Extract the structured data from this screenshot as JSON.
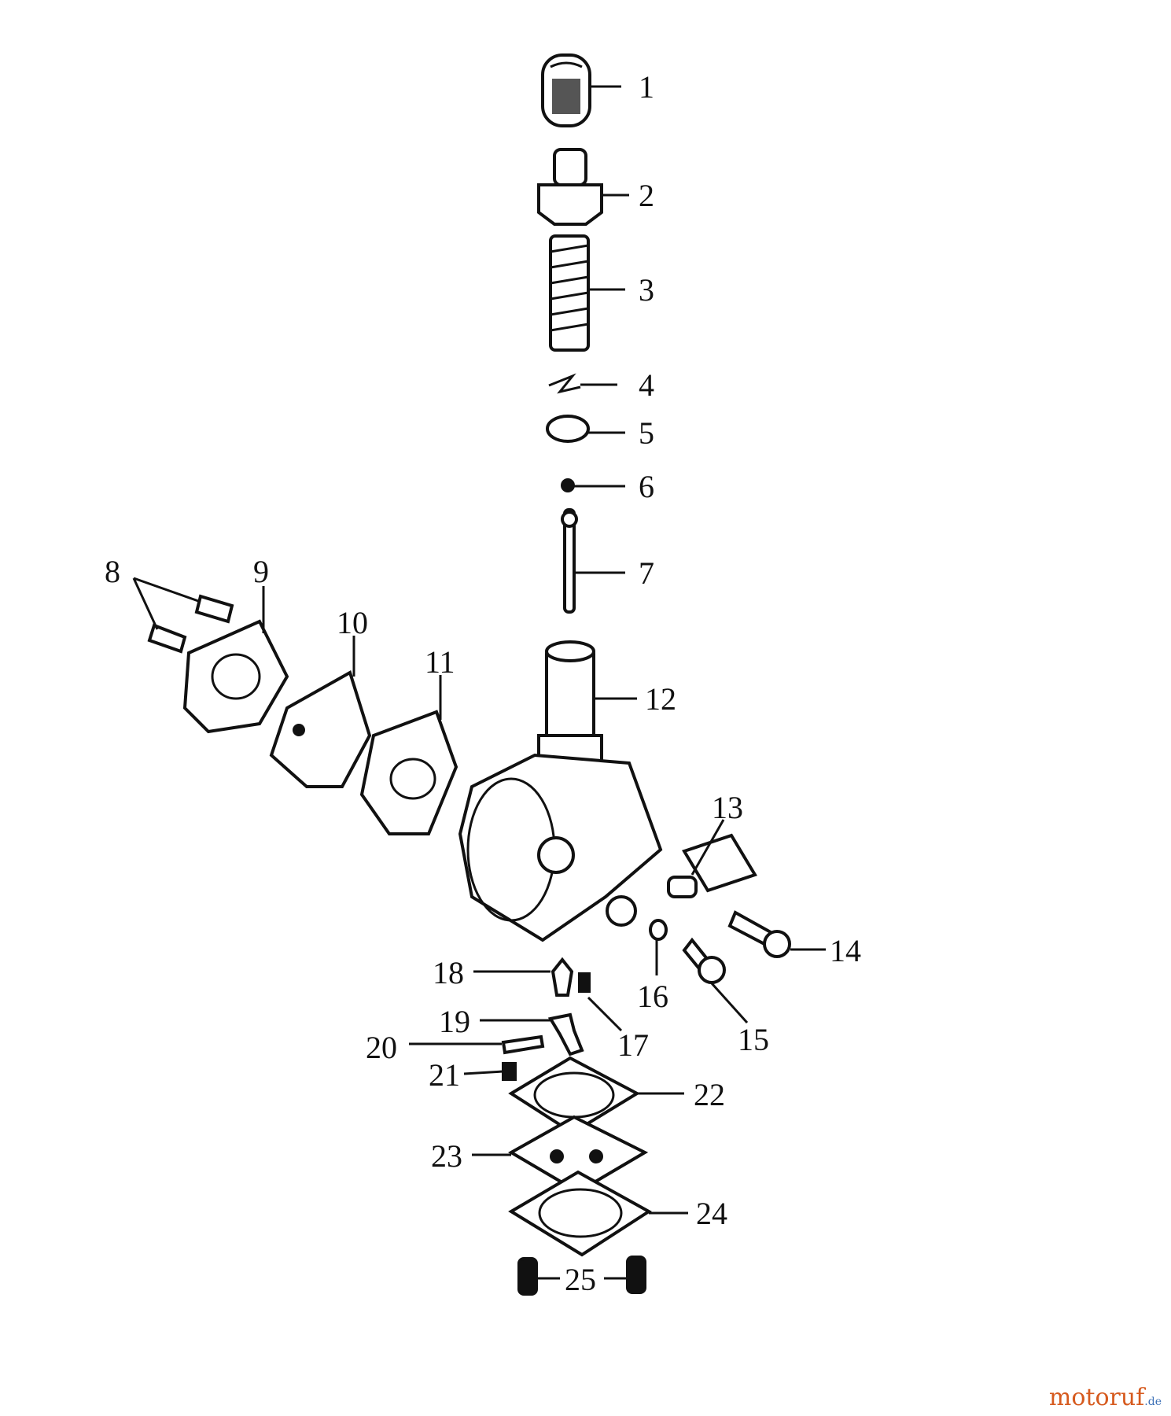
{
  "diagram": {
    "callouts": [
      "1",
      "2",
      "3",
      "4",
      "5",
      "6",
      "7",
      "8",
      "9",
      "10",
      "11",
      "12",
      "13",
      "14",
      "15",
      "16",
      "17",
      "18",
      "19",
      "20",
      "21",
      "22",
      "23",
      "24",
      "25"
    ]
  },
  "watermark": {
    "main": "motoruf",
    "tld": ".de"
  }
}
